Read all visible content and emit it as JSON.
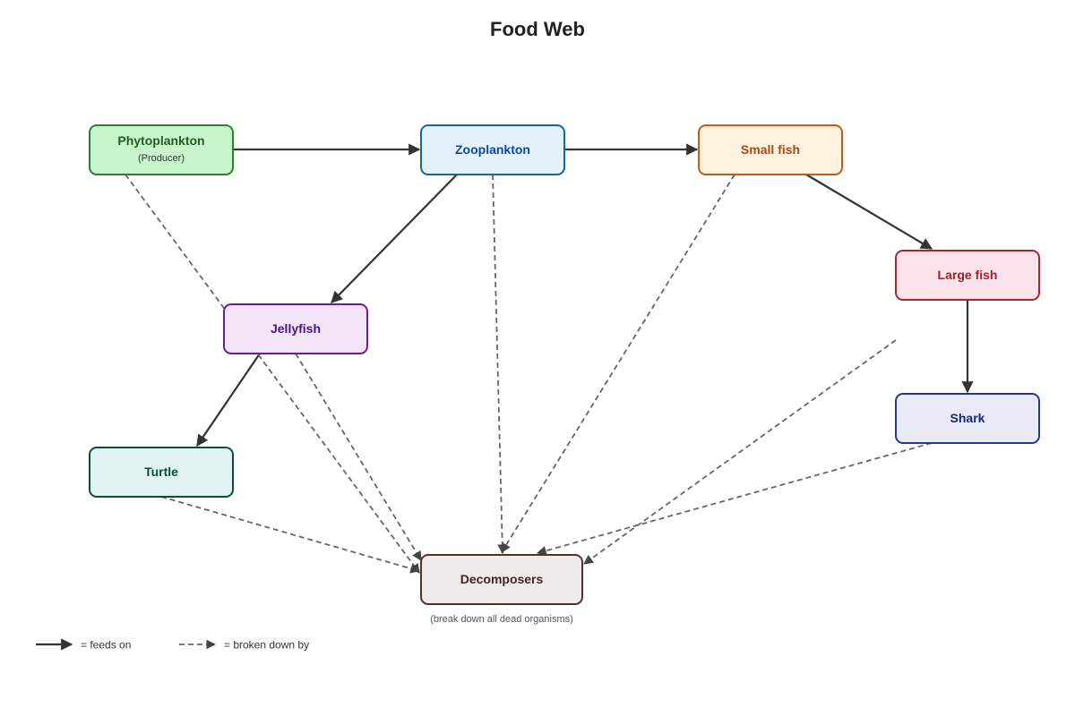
{
  "title": "Food Web",
  "nodes": {
    "phytoplankton": {
      "label": "Phytoplankton",
      "sublabel": "(Producer)",
      "fill": "#c8f5cc",
      "stroke": "#2e7d32",
      "text": "#1b5e20"
    },
    "zooplankton": {
      "label": "Zooplankton",
      "fill": "#e3f2fd",
      "stroke": "#1565a0",
      "text": "#0d47a1"
    },
    "small_fish": {
      "label": "Small fish",
      "fill": "#fff2df",
      "stroke": "#c65a14",
      "text": "#b0461a"
    },
    "large_fish": {
      "label": "Large fish",
      "fill": "#fce4ec",
      "stroke": "#b0222e",
      "text": "#a51d2a"
    },
    "jellyfish": {
      "label": "Jellyfish",
      "fill": "#f3e5f5",
      "stroke": "#6a1b9a",
      "text": "#4a148c"
    },
    "shark": {
      "label": "Shark",
      "fill": "#e8eaf6",
      "stroke": "#283593",
      "text": "#1a237e"
    },
    "turtle": {
      "label": "Turtle",
      "fill": "#e0f2f1",
      "stroke": "#0b4d3a",
      "text": "#0b4d3a"
    },
    "decomposers": {
      "label": "Decomposers",
      "fill": "#efebe9",
      "stroke": "#4e342e",
      "text": "#3e2723"
    }
  },
  "decomposers_note": "(break down all dead organisms)",
  "edges": {
    "feeds_on": [
      [
        "phytoplankton",
        "zooplankton"
      ],
      [
        "zooplankton",
        "small_fish"
      ],
      [
        "small_fish",
        "large_fish"
      ],
      [
        "zooplankton",
        "jellyfish"
      ],
      [
        "large_fish",
        "shark"
      ],
      [
        "jellyfish",
        "turtle"
      ]
    ],
    "broken_down_by": [
      [
        "phytoplankton",
        "decomposers"
      ],
      [
        "zooplankton",
        "decomposers"
      ],
      [
        "small_fish",
        "decomposers"
      ],
      [
        "large_fish",
        "decomposers"
      ],
      [
        "jellyfish",
        "decomposers"
      ],
      [
        "shark",
        "decomposers"
      ],
      [
        "turtle",
        "decomposers"
      ]
    ]
  },
  "legend": {
    "feeds_on": "= feeds on",
    "broken_down_by": "= broken down by"
  }
}
